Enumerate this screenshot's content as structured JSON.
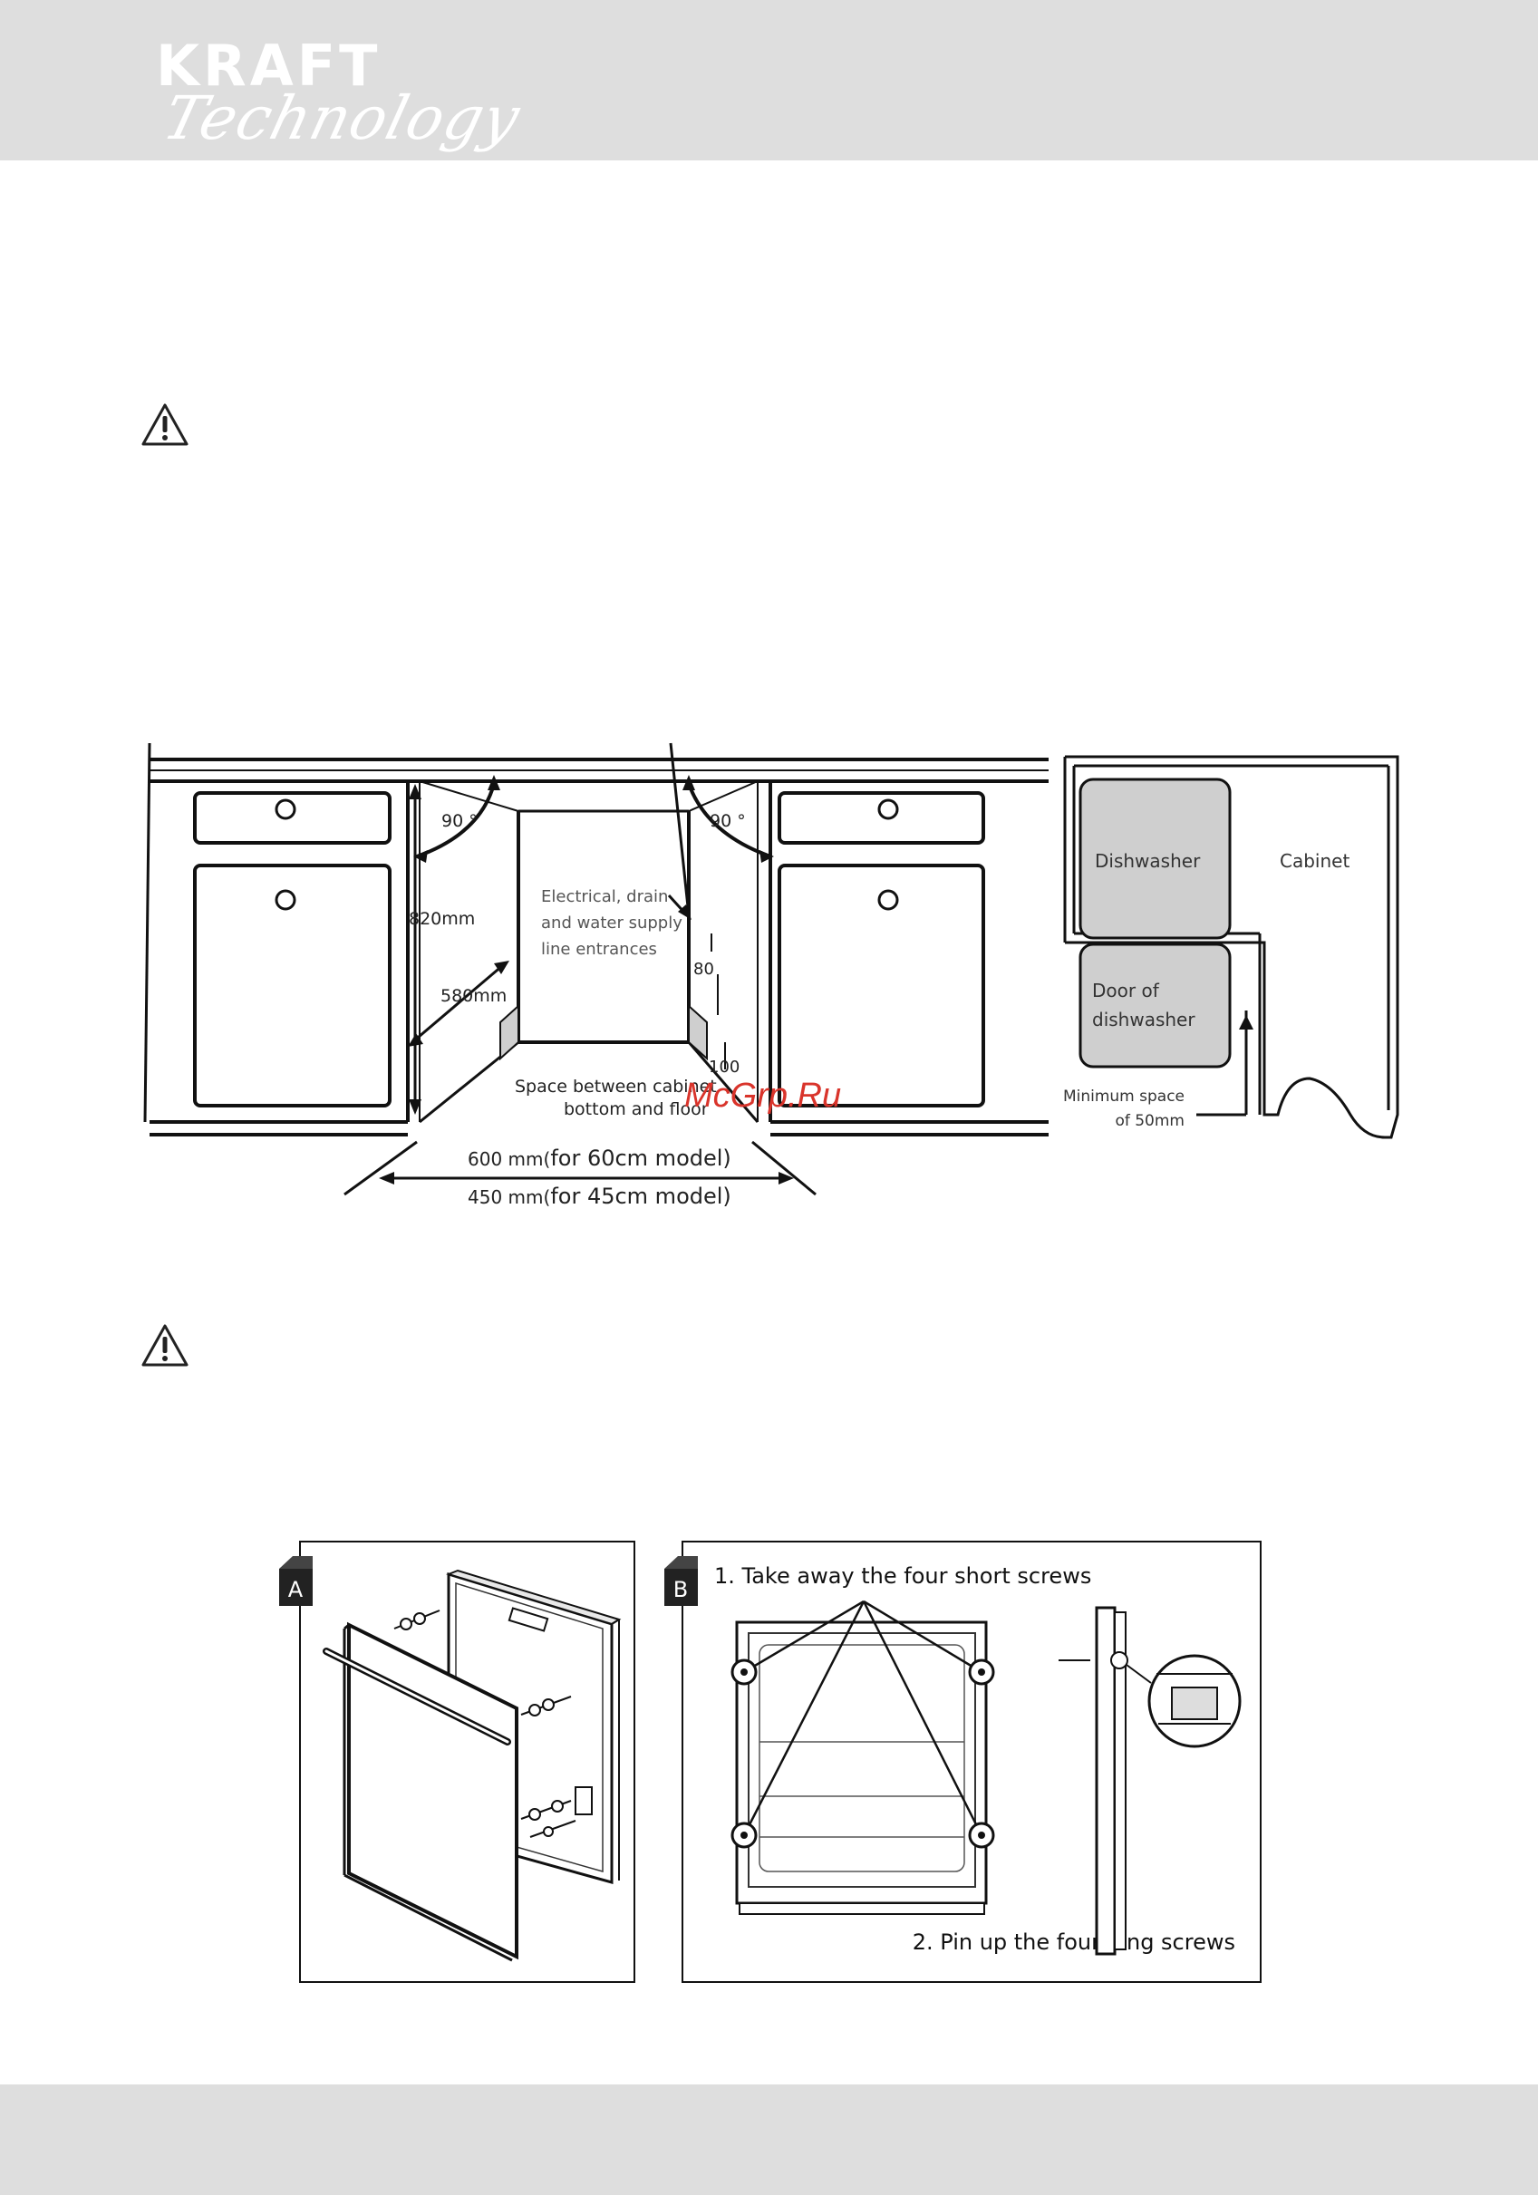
{
  "brand": {
    "name": "KRAFT",
    "tagline": "Technology"
  },
  "icons": {
    "warning": "warning-triangle-icon",
    "logo_mark": "kraft-logo-mark-icon"
  },
  "figure1": {
    "angle_left": "90 °",
    "angle_right": "90 °",
    "height_label": "820mm",
    "depth_label": "580mm",
    "entrances_line1": "Electrical, drain",
    "entrances_line2": "and water supply",
    "entrances_line3": "line entrances",
    "dim_80": "80",
    "dim_100": "100",
    "space_line1": "Space between cabinet",
    "space_line2": "bottom and floor",
    "width_60_value": "600 mm(",
    "width_60_text": "for 60cm model)",
    "width_45_value": "450 mm(",
    "width_45_text": "for 45cm model)"
  },
  "figure2": {
    "dishwasher": "Dishwasher",
    "cabinet": "Cabinet",
    "door_line1": "Door of",
    "door_line2": "dishwasher",
    "min_line1": "Minimum space",
    "min_line2": "of 50mm"
  },
  "panel_a": {
    "label": "A"
  },
  "panel_b": {
    "label": "B",
    "step1": "1. Take away the four short screws",
    "step2": "2. Pin up the four long screws"
  },
  "watermark": "McGrp.Ru",
  "colors": {
    "header_bg": "#dedede",
    "shade": "#cfcfcf",
    "watermark": "#d9342b"
  }
}
